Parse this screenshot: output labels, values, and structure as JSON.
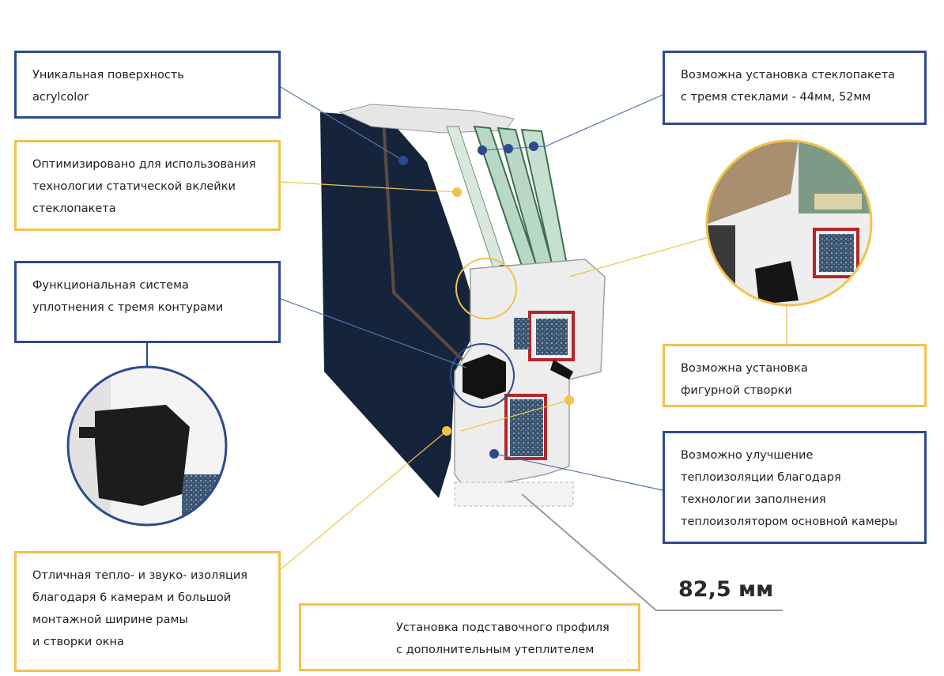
{
  "labels": {
    "acryl": [
      "Уникальная поверхность",
      "acrylcolor"
    ],
    "glazing": [
      "Возможна установка стеклопакета",
      "с тремя стеклами - 44мм, 52мм"
    ],
    "bonding": [
      "Оптимизировано для использования",
      "технологии статической вклейки",
      "стеклопакета"
    ],
    "seal": [
      "Функциональная система",
      "уплотнения с тремя контурами"
    ],
    "sash": [
      "Возможна установка",
      "фигурной створки"
    ],
    "thermal": [
      "Возможно улучшение",
      "теплоизоляции благодаря",
      "технологии заполнения",
      "теплоизолятором основной камеры"
    ],
    "insulation": [
      "Отличная тепло- и звуко- изоляция",
      "благодаря 6 камерам и большой",
      "монтажной ширине рамы",
      "и створки окна"
    ],
    "stand": [
      "Установка подставочного профиля",
      "с дополнительным утеплителем"
    ]
  },
  "dimension": "82,5 мм",
  "colors": {
    "blue_frame": "#2d4a8f",
    "yellow_frame": "#f2c24c",
    "profile_dark": "#15243a",
    "profile_white": "#ededed",
    "glass": "#b8d8c4",
    "foam": "#3a5470",
    "gasket": "#121212",
    "reinforcement": "#b3262a"
  },
  "icons": [
    "window-profile-icon",
    "seal-detail-icon",
    "sash-detail-icon",
    "stand-profile-icon"
  ]
}
